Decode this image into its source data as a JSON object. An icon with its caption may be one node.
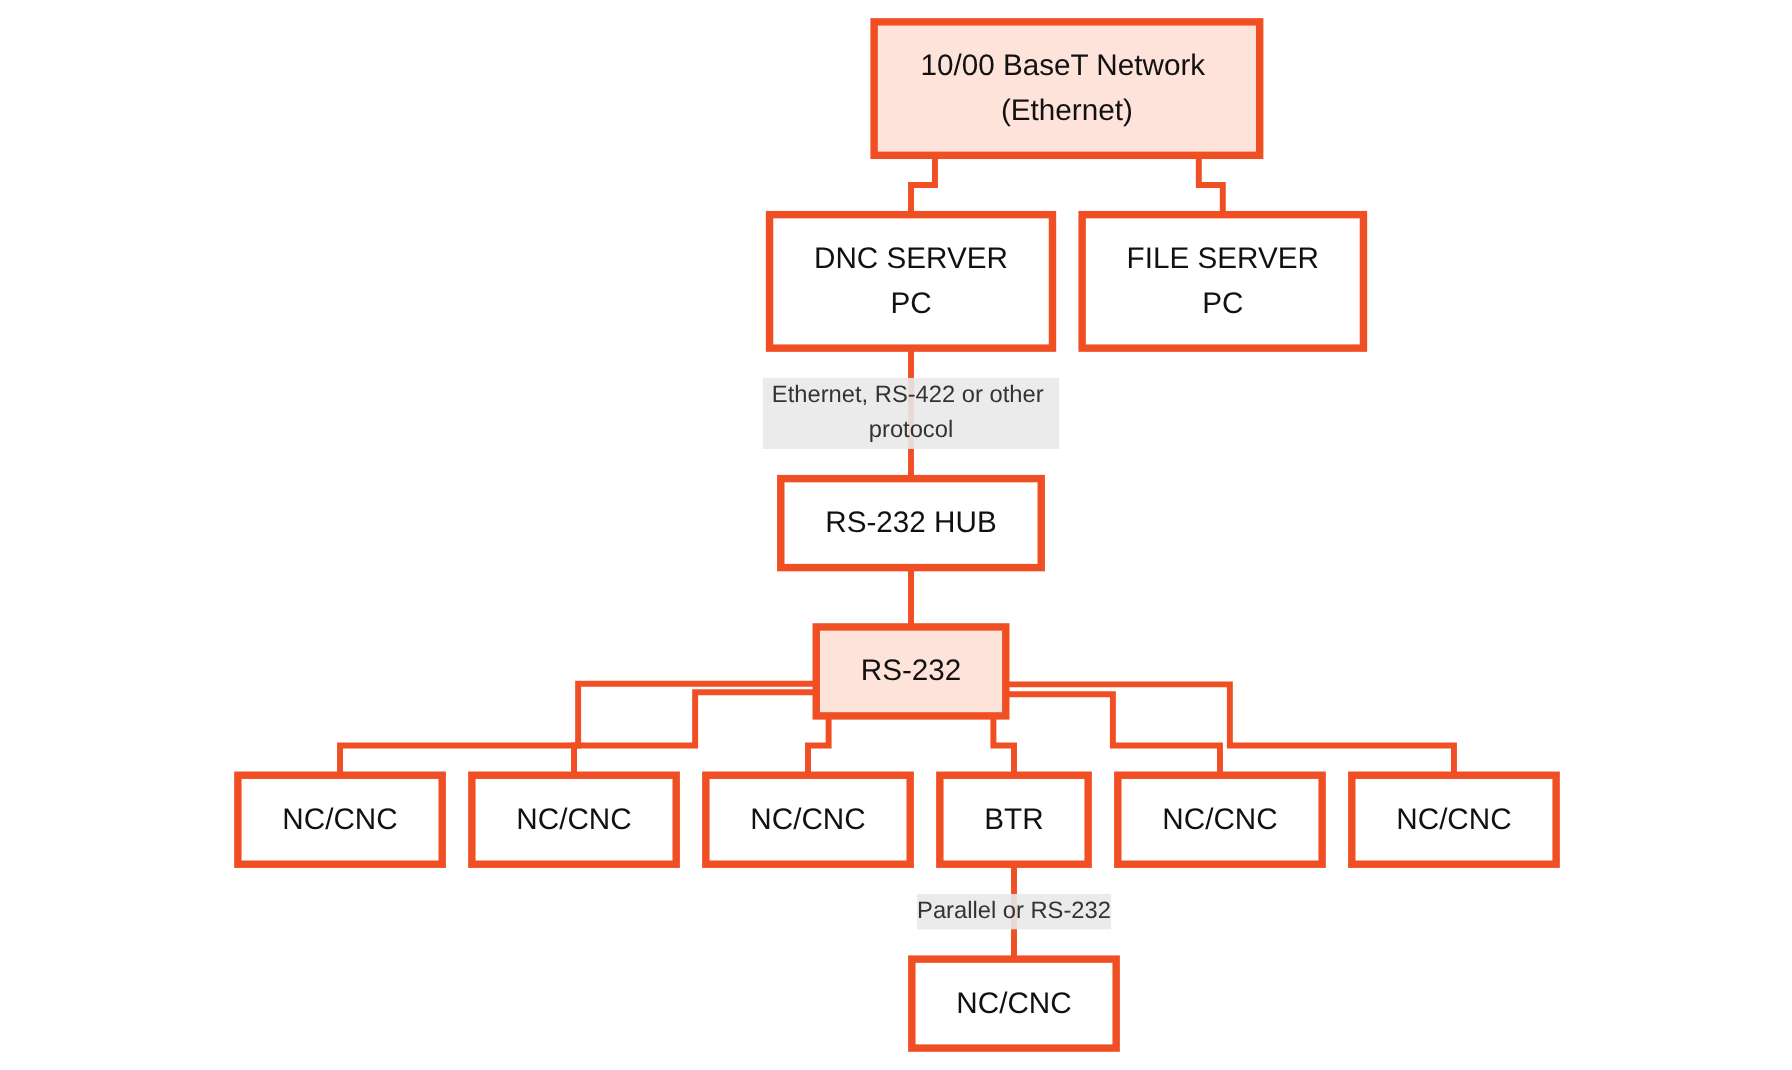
{
  "diagram": {
    "nodes": [
      {
        "text": [
          "10/00 BaseT Network (Ethernet)"
        ]
      },
      {
        "text": [
          "DNC SERVER",
          "PC"
        ]
      },
      {
        "text": [
          "FILE SERVER",
          "PC"
        ]
      },
      {
        "text": [
          "RS-232 HUB"
        ]
      },
      {
        "text": [
          "RS-232"
        ]
      },
      {
        "text": [
          "NC/CNC"
        ]
      },
      {
        "text": [
          "NC/CNC"
        ]
      },
      {
        "text": [
          "NC/CNC"
        ]
      },
      {
        "text": [
          "BTR"
        ]
      },
      {
        "text": [
          "NC/CNC"
        ]
      },
      {
        "text": [
          "NC/CNC"
        ]
      },
      {
        "text": [
          "NC/CNC"
        ]
      }
    ],
    "edges": [
      {
        "from": 0,
        "to": 1,
        "arrow": "none"
      },
      {
        "from": 0,
        "to": 2,
        "arrow": "none"
      },
      {
        "from": 1,
        "to": 3,
        "arrow": "none",
        "label": "Ethernet, RS-422 or other protocol"
      },
      {
        "from": 3,
        "to": 4,
        "arrow": "none"
      },
      {
        "from": 4,
        "to": 5,
        "arrow": "none"
      },
      {
        "from": 4,
        "to": 6,
        "arrow": "none"
      },
      {
        "from": 4,
        "to": 7,
        "arrow": "none"
      },
      {
        "from": 4,
        "to": 8,
        "arrow": "none"
      },
      {
        "from": 4,
        "to": 9,
        "arrow": "none"
      },
      {
        "from": 4,
        "to": 10,
        "arrow": "none"
      },
      {
        "from": 8,
        "to": 11,
        "arrow": "none",
        "label": "Parallel or RS-232"
      }
    ]
  }
}
